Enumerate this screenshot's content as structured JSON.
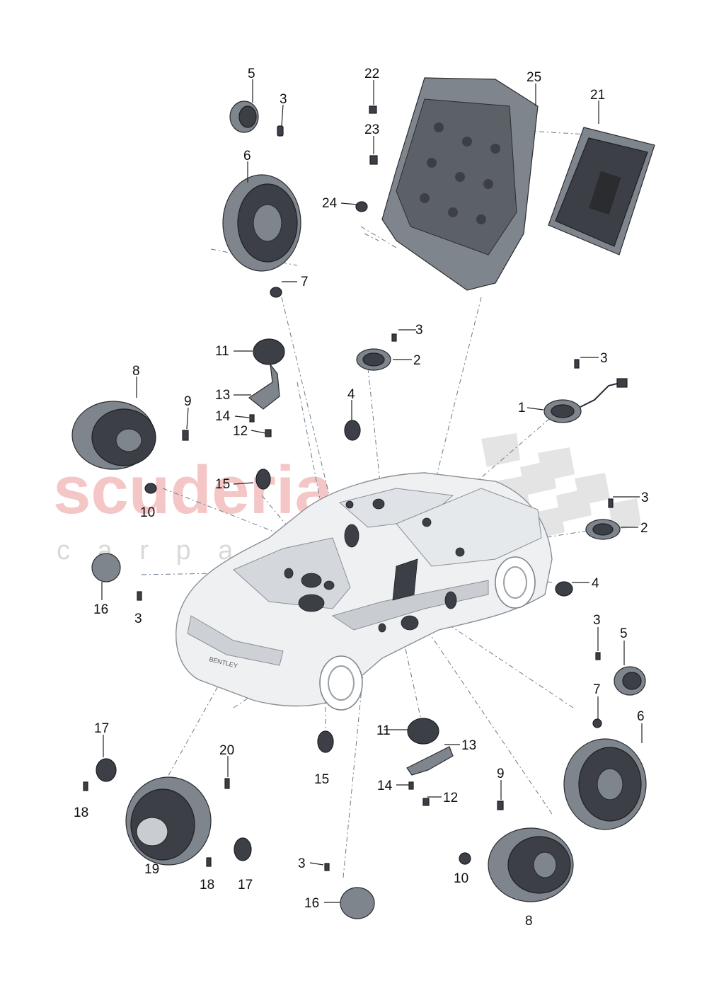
{
  "watermark": {
    "brand": "scuderia",
    "sub": "c a r   p a r t s",
    "brand_color": "#f2b8b8",
    "checker_color": "#d9d9d9"
  },
  "callouts": [
    {
      "id": "c5a",
      "text": "5"
    },
    {
      "id": "c3a",
      "text": "3"
    },
    {
      "id": "c6a",
      "text": "6"
    },
    {
      "id": "c7a",
      "text": "7"
    },
    {
      "id": "c22",
      "text": "22"
    },
    {
      "id": "c23",
      "text": "23"
    },
    {
      "id": "c24",
      "text": "24"
    },
    {
      "id": "c25",
      "text": "25"
    },
    {
      "id": "c21",
      "text": "21"
    },
    {
      "id": "c11a",
      "text": "11"
    },
    {
      "id": "c13a",
      "text": "13"
    },
    {
      "id": "c14a",
      "text": "14"
    },
    {
      "id": "c12a",
      "text": "12"
    },
    {
      "id": "c15a",
      "text": "15"
    },
    {
      "id": "c8a",
      "text": "8"
    },
    {
      "id": "c9a",
      "text": "9"
    },
    {
      "id": "c10a",
      "text": "10"
    },
    {
      "id": "c3b",
      "text": "3"
    },
    {
      "id": "c2a",
      "text": "2"
    },
    {
      "id": "c4a",
      "text": "4"
    },
    {
      "id": "c3c",
      "text": "3"
    },
    {
      "id": "c1",
      "text": "1"
    },
    {
      "id": "c3d",
      "text": "3"
    },
    {
      "id": "c2b",
      "text": "2"
    },
    {
      "id": "c4b",
      "text": "4"
    },
    {
      "id": "c16a",
      "text": "16"
    },
    {
      "id": "c3e",
      "text": "3"
    },
    {
      "id": "c3f",
      "text": "3"
    },
    {
      "id": "c5b",
      "text": "5"
    },
    {
      "id": "c7b",
      "text": "7"
    },
    {
      "id": "c6b",
      "text": "6"
    },
    {
      "id": "c17a",
      "text": "17"
    },
    {
      "id": "c18a",
      "text": "18"
    },
    {
      "id": "c19",
      "text": "19"
    },
    {
      "id": "c20",
      "text": "20"
    },
    {
      "id": "c18b",
      "text": "18"
    },
    {
      "id": "c17b",
      "text": "17"
    },
    {
      "id": "c15b",
      "text": "15"
    },
    {
      "id": "c11b",
      "text": "11"
    },
    {
      "id": "c13b",
      "text": "13"
    },
    {
      "id": "c14b",
      "text": "14"
    },
    {
      "id": "c12b",
      "text": "12"
    },
    {
      "id": "c3g",
      "text": "3"
    },
    {
      "id": "c16b",
      "text": "16"
    },
    {
      "id": "c9b",
      "text": "9"
    },
    {
      "id": "c10b",
      "text": "10"
    },
    {
      "id": "c8b",
      "text": "8"
    }
  ],
  "vehicle_badge": "BENTLEY"
}
